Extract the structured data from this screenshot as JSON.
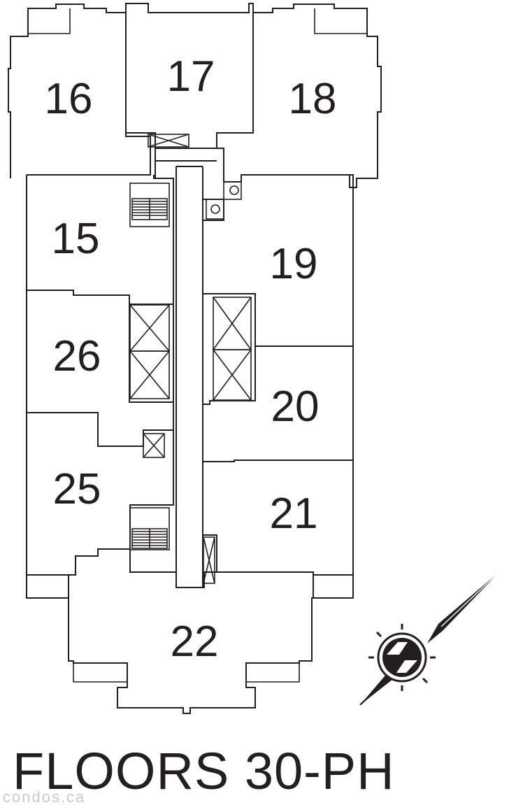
{
  "plan_title": "FLOORS 30-PH",
  "highlight_color": "#d1d2d4",
  "line_color": "#231f20",
  "watermark": "condos.ca",
  "suites": [
    {
      "id": "16",
      "label": "16",
      "highlighted": false
    },
    {
      "id": "17",
      "label": "17",
      "highlighted": false
    },
    {
      "id": "18",
      "label": "18",
      "highlighted": false
    },
    {
      "id": "15",
      "label": "15",
      "highlighted": false
    },
    {
      "id": "19",
      "label": "19",
      "highlighted": false
    },
    {
      "id": "26",
      "label": "26",
      "highlighted": false
    },
    {
      "id": "20",
      "label": "20",
      "highlighted": false
    },
    {
      "id": "25",
      "label": "25",
      "highlighted": false
    },
    {
      "id": "21",
      "label": "21",
      "highlighted": false
    },
    {
      "id": "22",
      "label": "22",
      "highlighted": true
    }
  ],
  "compass": {
    "icon": "north-arrow-compass-icon"
  }
}
